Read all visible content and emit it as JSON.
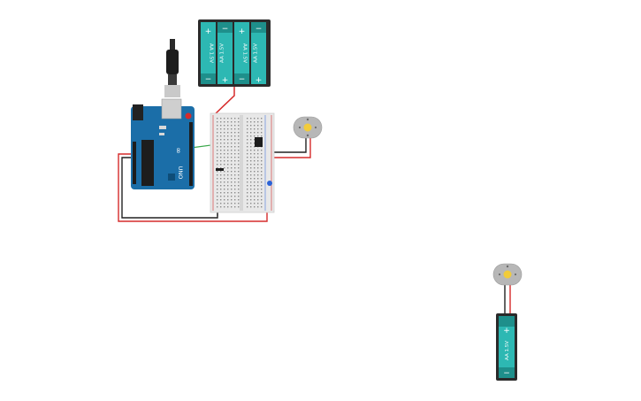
{
  "circuit": {
    "battery_pack_4aa": {
      "cells": [
        {
          "label": "AA 1.5V",
          "plus": "+",
          "minus": "−"
        },
        {
          "label": "AA 1.5V",
          "plus": "+",
          "minus": "−"
        },
        {
          "label": "AA 1.5V",
          "plus": "+",
          "minus": "−"
        },
        {
          "label": "AA 1.5V",
          "plus": "+",
          "minus": "−"
        }
      ]
    },
    "arduino": {
      "board_label": "UNO",
      "logo_text": "∞"
    },
    "battery_single": {
      "label": "AA 1.5V",
      "plus": "+",
      "minus": "−"
    },
    "colors": {
      "wire_red": "#d62b2b",
      "wire_black": "#222222",
      "wire_green": "#3aa84a",
      "battery_teal": "#2db8b3",
      "battery_dark": "#222222",
      "arduino_blue": "#1b6ea8",
      "motor_gray": "#b7b7b7",
      "motor_center": "#f2cc3a"
    }
  }
}
